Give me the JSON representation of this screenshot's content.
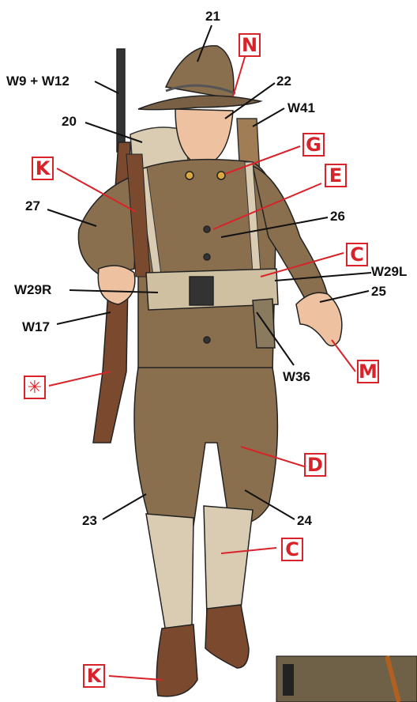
{
  "numbers": {
    "n21": "21",
    "n22": "22",
    "n20": "20",
    "w9w12": "W9 + W12",
    "w41": "W41",
    "n27": "27",
    "n26": "26",
    "w29l": "W29L",
    "w29r": "W29R",
    "n25": "25",
    "w17": "W17",
    "w36": "W36",
    "n23": "23",
    "n24": "24"
  },
  "boxes": {
    "n": "N",
    "g": "G",
    "e": "E",
    "k_top": "K",
    "c_top": "C",
    "m": "M",
    "star": "✳",
    "d": "D",
    "c_bottom": "C",
    "k_bottom": "K"
  },
  "colors": {
    "label_red": "#d8232a",
    "uniform_olive": "#8a6f4e",
    "legging_canvas": "#d9ccb3",
    "leather_brown": "#7b4a2e",
    "skin": "#eec2a0"
  }
}
